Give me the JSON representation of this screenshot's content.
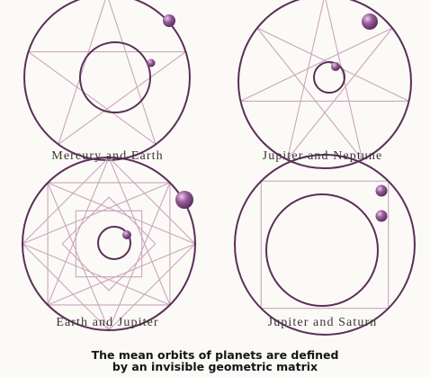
{
  "captions": {
    "mercury_earth": "Mercury and Earth",
    "jupiter_neptune": "Jupiter and Neptune",
    "earth_jupiter": "Earth and Jupiter",
    "jupiter_saturn": "Jupiter and Saturn"
  },
  "footer": {
    "line1": "The mean orbits of planets are defined",
    "line2": "by an invisible geometric matrix"
  },
  "colors": {
    "orbit_line": "#5a2f58",
    "geometry_line": "#c9a6bd",
    "planet": "#8a4f8c",
    "planet_highlight": "#d9b8d8"
  }
}
